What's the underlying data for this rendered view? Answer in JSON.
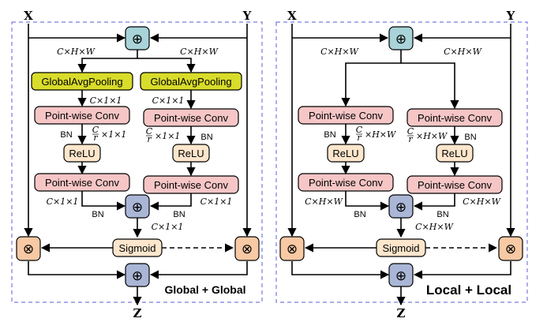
{
  "colors": {
    "add_node": "#a8d3d8",
    "add_node_bottom": "#aab6d6",
    "mul_node": "#f7c9a4",
    "gap_box": "#d8dc2a",
    "conv_box": "#f6c6c6",
    "relu_box": "#fde6cc",
    "sigmoid_box": "#fde6cc",
    "frame": "#7a7ae0"
  },
  "symbols": {
    "add": "⊕",
    "mul": "⊗"
  },
  "left": {
    "input_x": "X",
    "input_y": "Y",
    "output": "Z",
    "dim_top_left": "C×H×W",
    "dim_top_right": "C×H×W",
    "gap_left": "GlobalAvgPooling",
    "gap_right": "GlobalAvgPooling",
    "dim_gap_left": "C×1×1",
    "dim_gap_right": "C×1×1",
    "conv1_left": "Point-wise Conv",
    "conv1_right": "Point-wise Conv",
    "bn1_left": "BN",
    "bn1_right": "BN",
    "ratio_left": "×1×1",
    "ratio_right": "×1×1",
    "relu_left": "ReLU",
    "relu_right": "ReLU",
    "conv2_left": "Point-wise Conv",
    "conv2_right": "Point-wise Conv",
    "dim_conv2_left": "C×1×1",
    "dim_conv2_right": "C×1×1",
    "bn2_left": "BN",
    "bn2_right": "BN",
    "dim_sum": "C×1×1",
    "sigmoid": "Sigmoid",
    "title": "Global + Global"
  },
  "right": {
    "input_x": "X",
    "input_y": "Y",
    "output": "Z",
    "dim_top_left": "C×H×W",
    "dim_top_right": "C×H×W",
    "conv1_left": "Point-wise Conv",
    "conv1_right": "Point-wise Conv",
    "bn1_left": "BN",
    "bn1_right": "BN",
    "ratio_left": "×H×W",
    "ratio_right": "×H×W",
    "relu_left": "ReLU",
    "relu_right": "ReLU",
    "conv2_left": "Point-wise Conv",
    "conv2_right": "Point-wise Conv",
    "dim_conv2_left": "C×H×W",
    "dim_conv2_right": "C×H×W",
    "bn2_left": "BN",
    "bn2_right": "BN",
    "dim_sum": "C×H×W",
    "sigmoid": "Sigmoid",
    "title": "Local + Local"
  },
  "fraction": {
    "num": "C",
    "den": "r"
  }
}
